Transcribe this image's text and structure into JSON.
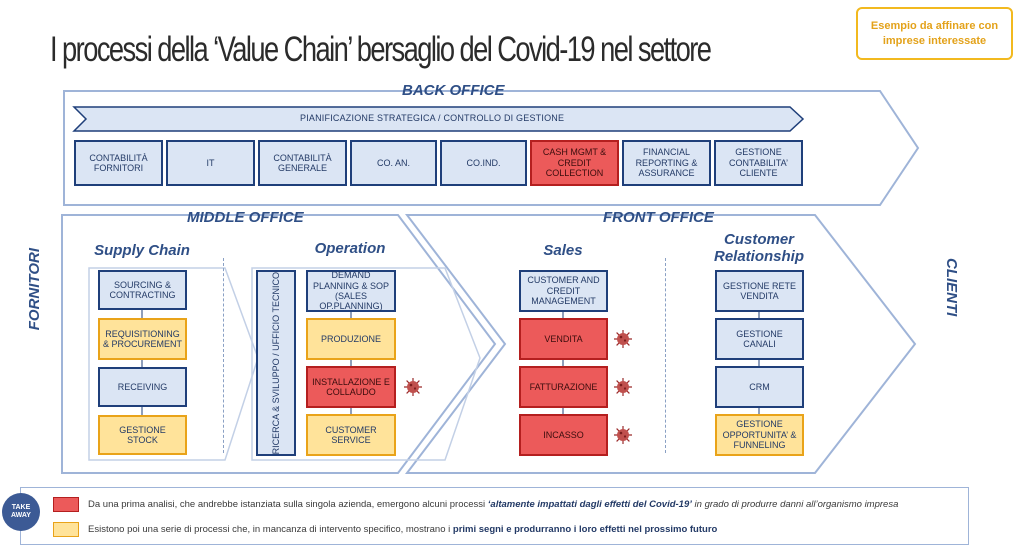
{
  "title": "I processi della ‘Value Chain’ bersaglio del Covid-19 nel settore",
  "note": "Esempio da affinare con imprese interessate",
  "sides": {
    "left": "FORNITORI",
    "right": "CLIENTI"
  },
  "back_office": {
    "label": "BACK OFFICE",
    "planning": "PIANIFICAZIONE STRATEGICA / CONTROLLO DI GESTIONE",
    "boxes": [
      "CONTABILITÀ FORNITORI",
      "IT",
      "CONTABILITÀ GENERALE",
      "CO. AN.",
      "CO.IND.",
      "CASH MGMT & CREDIT COLLECTION",
      "FINANCIAL REPORTING & ASSURANCE",
      "GESTIONE CONTABILITA’ CLIENTE"
    ]
  },
  "middle_office": {
    "label": "MIDDLE OFFICE",
    "supply_chain": {
      "label": "Supply Chain",
      "boxes": [
        "SOURCING & CONTRACTING",
        "REQUISITIONING & PROCUREMENT",
        "RECEIVING",
        "GESTIONE STOCK"
      ]
    },
    "rnd": "RICERCA & SVILUPPO / UFFICIO TECNICO",
    "operation": {
      "label": "Operation",
      "boxes": [
        "DEMAND PLANNING & SOP (Sales Op.Planning)",
        "PRODUZIONE",
        "INSTALLAZIONE E COLLAUDO",
        "CUSTOMER SERVICE"
      ]
    }
  },
  "front_office": {
    "label": "FRONT OFFICE",
    "sales": {
      "label": "Sales",
      "boxes": [
        "CUSTOMER AND CREDIT MANAGEMENT",
        "VENDITA",
        "FATTURAZIONE",
        "INCASSO"
      ]
    },
    "crm": {
      "label": "Customer Relationship",
      "boxes": [
        "GESTIONE RETE VENDITA",
        "GESTIONE CANALI",
        "CRM",
        "GESTIONE OPPORTUNITA’ & FUNNELING"
      ]
    }
  },
  "legend": {
    "badge": "TAKE AWAY",
    "red_pre": "Da una prima analisi, che andrebbe istanziata sulla singola azienda, emergono alcuni processi ",
    "red_bold": "‘altamente impattati dagli effetti del Covid-19’",
    "red_post": " in grado di produrre danni all’organismo impresa",
    "yellow_pre": "Esistono poi una serie di processi che, in mancanza di intervento specifico, mostrano i ",
    "yellow_bold": "primi segni e produrranno i loro effetti nel prossimo futuro"
  },
  "colors": {
    "high_impact": "#ec5a5a",
    "early_signs": "#ffe39a",
    "neutral": "#dbe5f4",
    "accent": "#2f4f86"
  }
}
